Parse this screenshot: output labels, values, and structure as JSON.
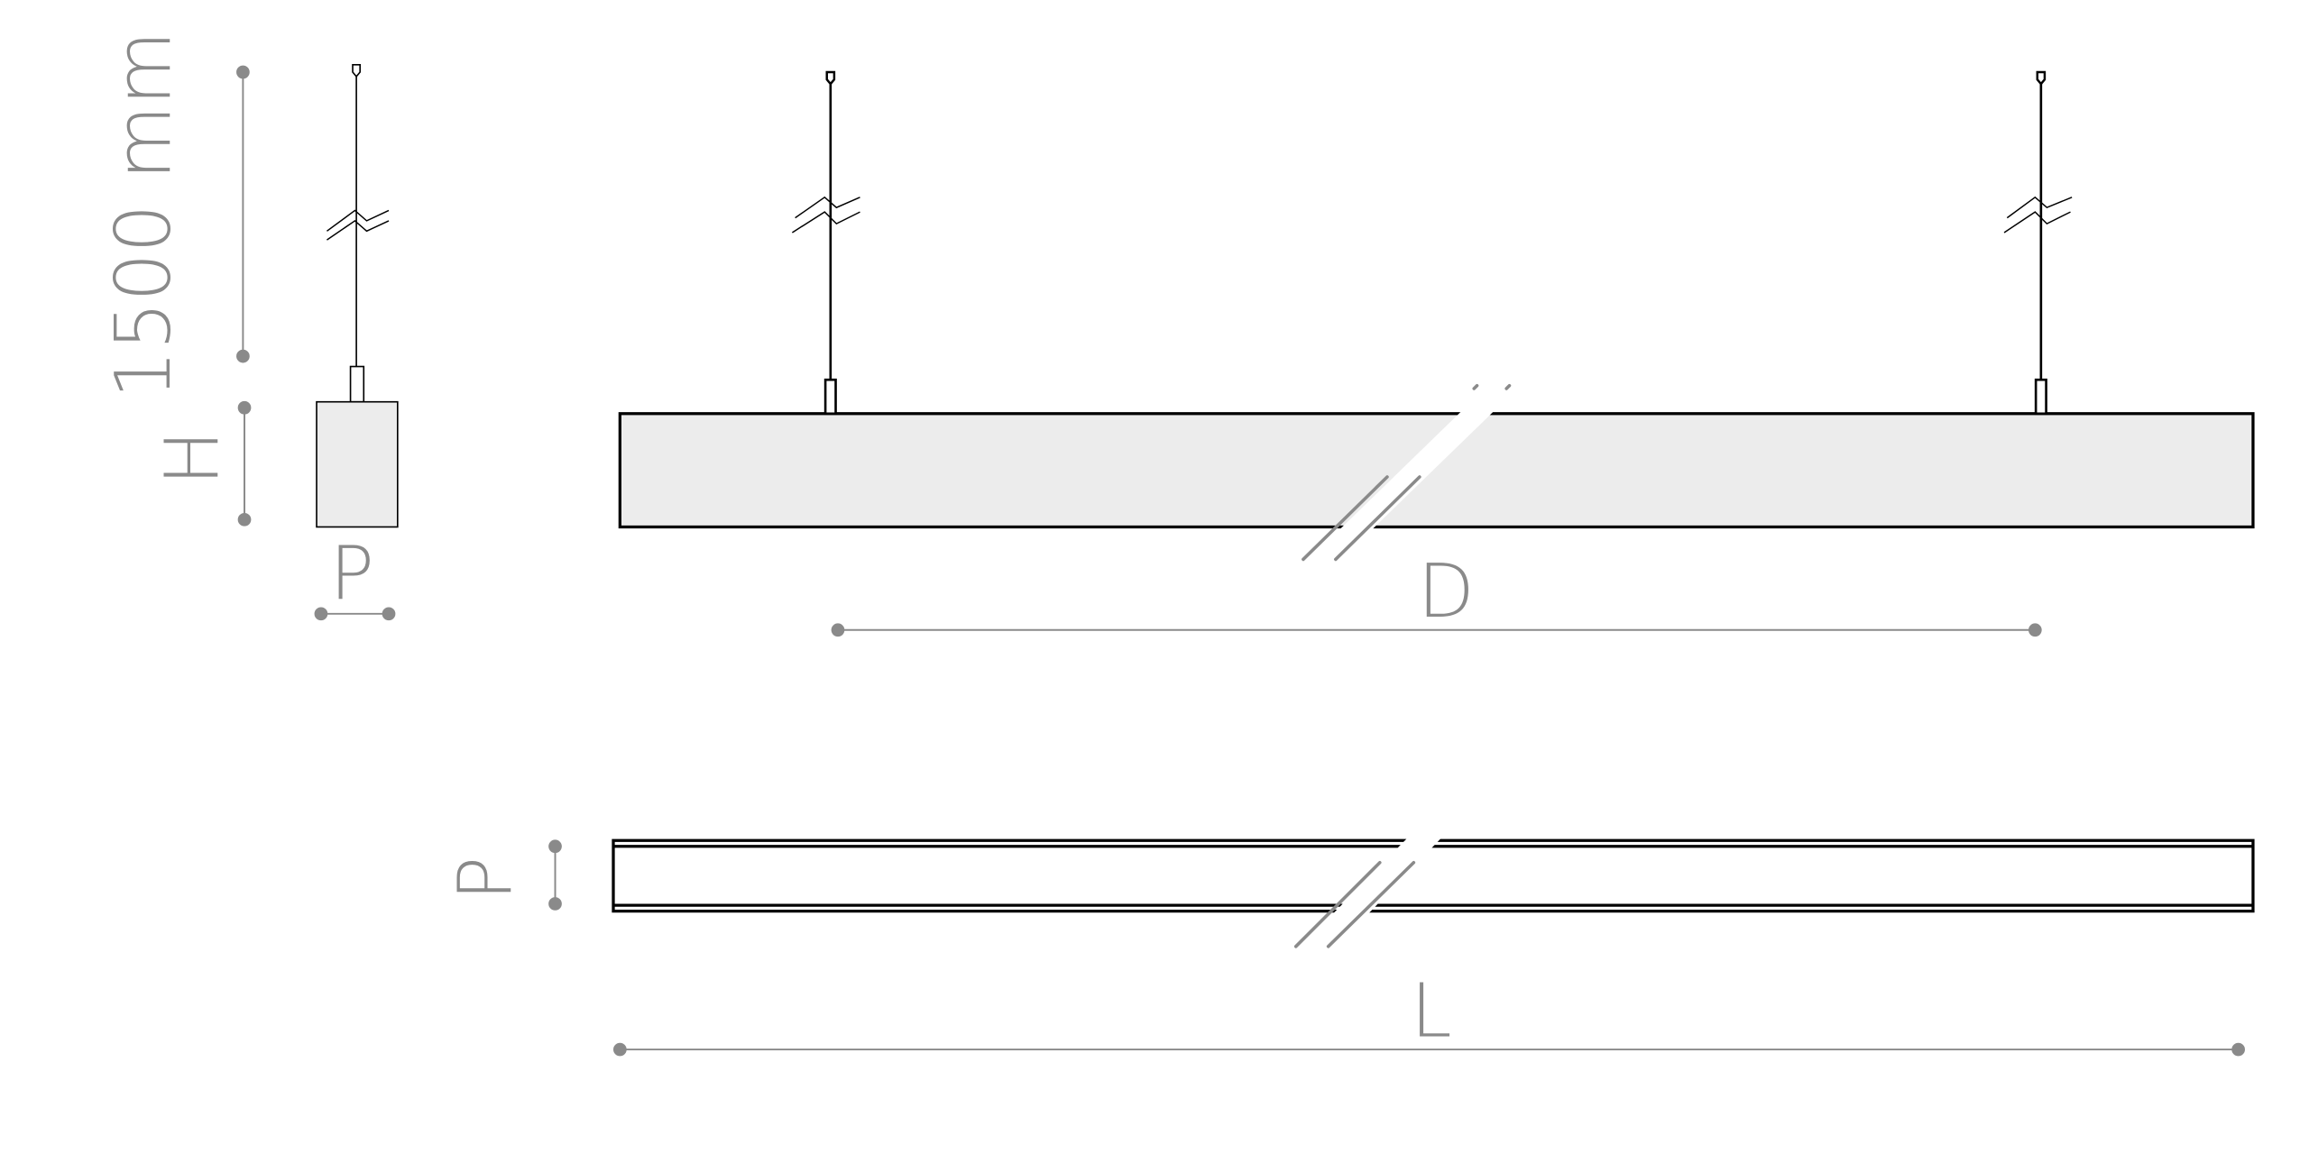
{
  "labels": {
    "cable_length": "1500 mm",
    "height": "H",
    "depth_side": "P",
    "distance": "D",
    "depth_top": "P",
    "length": "L"
  },
  "colors": {
    "dimension": "#8a8a8a",
    "body_fill": "#ececec",
    "outline": "#000000"
  }
}
